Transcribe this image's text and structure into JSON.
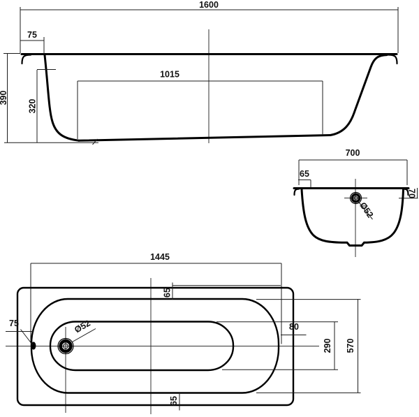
{
  "drawing": {
    "side_view": {
      "overall_length": "1600",
      "rim_width": "75",
      "overall_height": "390",
      "inner_depth": "320",
      "bottom_length": "1015"
    },
    "end_view": {
      "overall_width": "700",
      "rim_width": "65",
      "rim_height": "70",
      "drain_diameter": "Ø52"
    },
    "plan_view": {
      "opening_length": "1445",
      "rim_offset_top": "65",
      "rim_offset_bottom": "65",
      "rim_offset_left": "75",
      "rim_offset_right": "80",
      "bottom_width": "290",
      "opening_width": "570",
      "drain_diameter": "Ø52"
    },
    "colors": {
      "line": "#000000",
      "background": "#ffffff"
    }
  }
}
